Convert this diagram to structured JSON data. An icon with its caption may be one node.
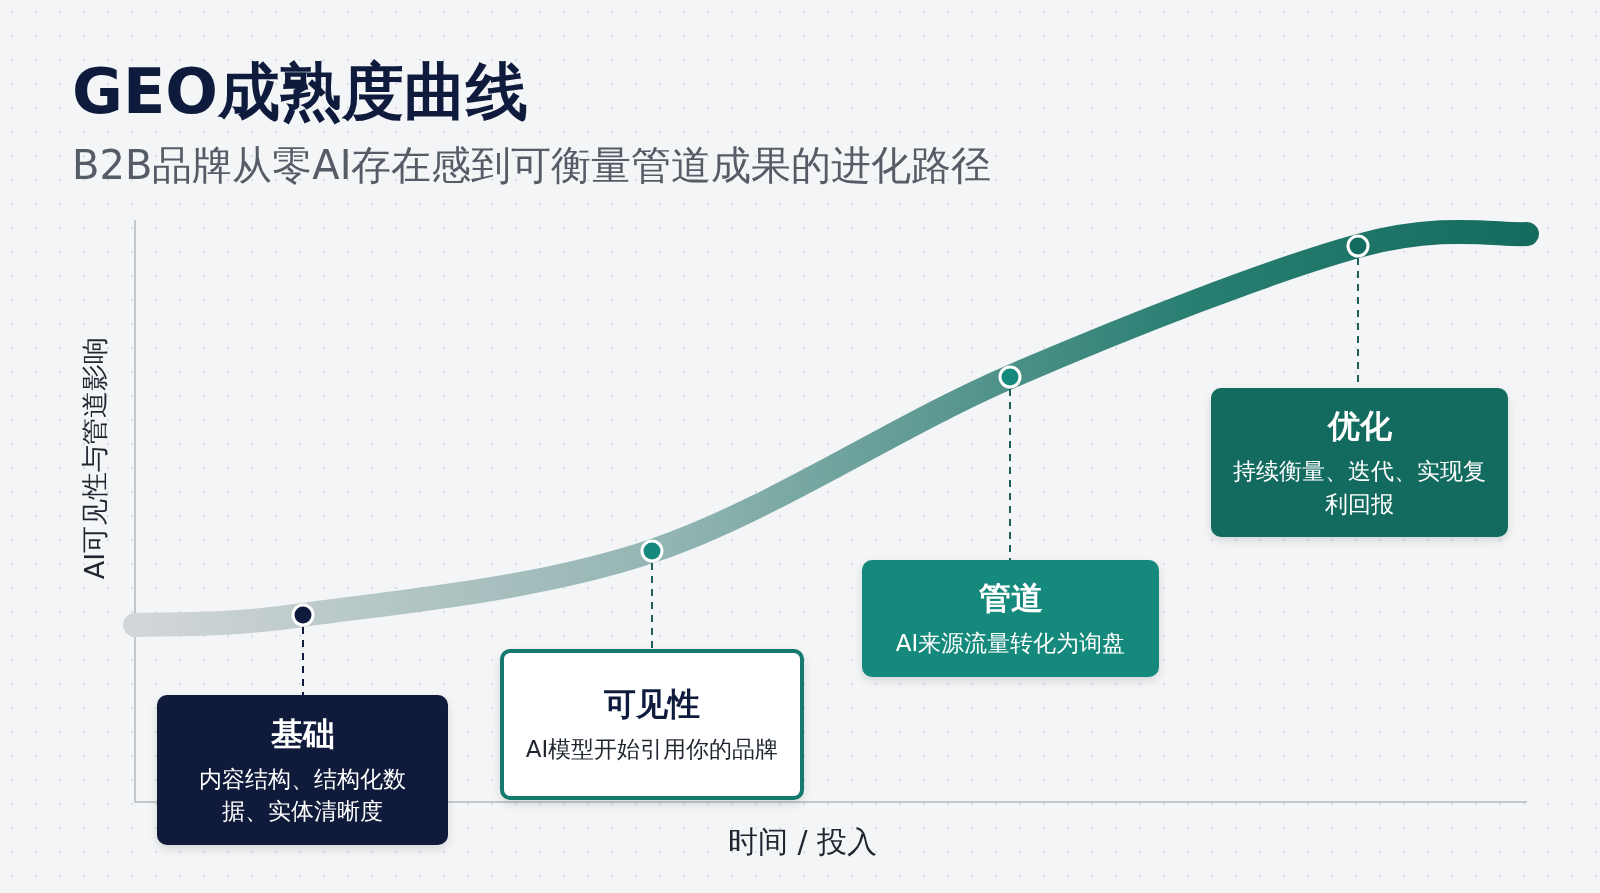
{
  "diagram": {
    "title": "GEO成熟度曲线",
    "nodes": [
      {
        "text": [],
        "shape": "circle"
      },
      {
        "text": [],
        "shape": "circle"
      },
      {
        "text": [],
        "shape": "circle"
      },
      {
        "text": [],
        "shape": "circle"
      },
      {
        "text": [
          "基础",
          "内容结构、结构化数据、实体清晰度"
        ]
      },
      {
        "text": [
          "可见性",
          "AI模型开始引用你的品牌"
        ]
      },
      {
        "text": [
          "管道",
          "AI来源流量转化为询盘"
        ]
      },
      {
        "text": [
          "优化",
          "持续衡量、迭代、实现复利回报"
        ]
      }
    ],
    "edges": [
      {
        "from": 0,
        "to": 4,
        "arrow": "none",
        "style": "dashed"
      },
      {
        "from": 1,
        "to": 5,
        "arrow": "none",
        "style": "dashed"
      },
      {
        "from": 2,
        "to": 6,
        "arrow": "none",
        "style": "dashed"
      },
      {
        "from": 3,
        "to": 7,
        "arrow": "none",
        "style": "dashed"
      }
    ],
    "labels": [
      "B2B品牌从零AI存在感到可衡量管道成果的进化路径",
      "AI可见性与管道影响",
      "时间 / 投入"
    ]
  }
}
